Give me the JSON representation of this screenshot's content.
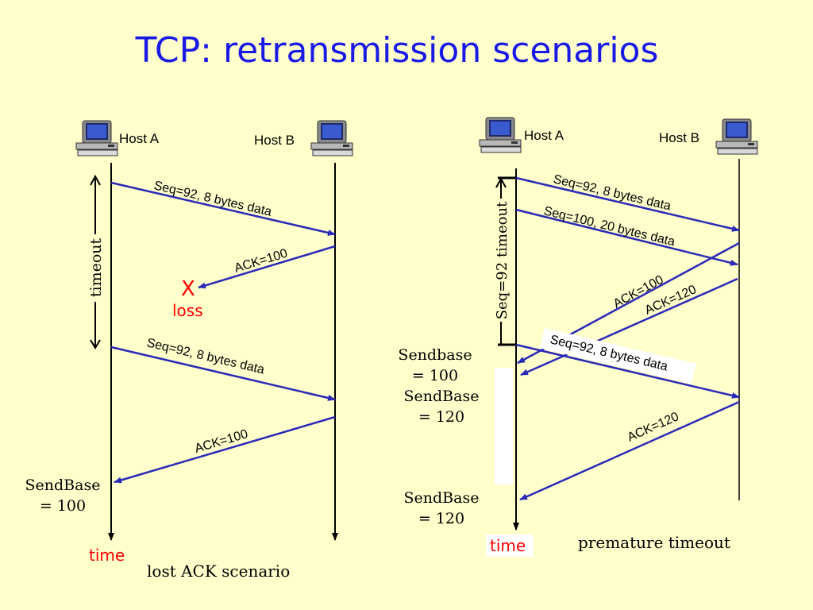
{
  "title": "TCP: retransmission scenarios",
  "left": {
    "host_a": "Host A",
    "host_b": "Host B",
    "timeout": "timeout",
    "msg1": "Seq=92, 8 bytes data",
    "ack1": "ACK=100",
    "loss_mark": "X",
    "loss": "loss",
    "msg2": "Seq=92, 8 bytes data",
    "ack2": "ACK=100",
    "sendbase_line1": "SendBase",
    "sendbase_line2": "= 100",
    "time": "time",
    "caption": "lost ACK scenario"
  },
  "right": {
    "host_a": "Host A",
    "host_b": "Host B",
    "timeout": "Seq=92 timeout",
    "msg1": "Seq=92, 8 bytes data",
    "msg2": "Seq=100, 20 bytes data",
    "ack1": "ACK=100",
    "ack2": "ACK=120",
    "msg3": "Seq=92, 8 bytes data",
    "ack3": "ACK=120",
    "sendbase1_line1": "Sendbase",
    "sendbase1_line2": "= 100",
    "sendbase2_line1": "SendBase",
    "sendbase2_line2": "= 120",
    "sendbase3_line1": "SendBase",
    "sendbase3_line2": "= 120",
    "time": "time",
    "caption": "premature timeout"
  },
  "colors": {
    "background": "#ffffcc",
    "title": "#1a1ae6",
    "arrow": "#2a2ab8",
    "loss": "#ff0000"
  }
}
